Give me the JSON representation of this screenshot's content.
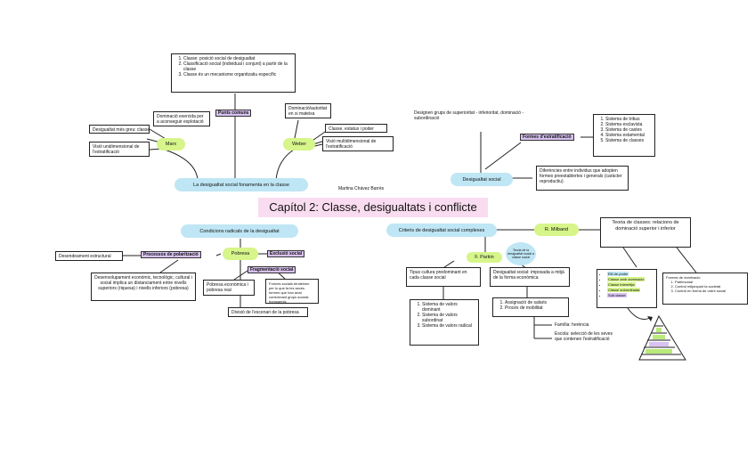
{
  "title": "Capítol 2: Classe, desigualtats i conflicte",
  "author": "Martina Chávez Barrés",
  "top_left": {
    "list": [
      "Classe: posició social de desigualtat",
      "Classificació social (individual i conjunt) a partir de la classe",
      "Classe és un mecanisme organitzatiu específic"
    ],
    "punts_comuns": "Punts comuns",
    "marx": "Marx",
    "weber": "Weber",
    "marx_1": "Dominació exercida per a aconseguir explotació",
    "marx_2": "Desigualtat més greu: classe",
    "marx_3": "Visió unidimensional de l'estratificació",
    "weber_1": "Dominació/autoritat en si mateixa",
    "weber_2": "Classe, estatus i poder",
    "weber_3": "Visió multidimensional de l'estratificació",
    "root": "La desigualtat social fonamenta en la classe"
  },
  "top_right": {
    "designa": "Designen grups de superioritat - inferioritat, dominació - subordinació",
    "formes": "Formes d'estratificació",
    "list": [
      "Sistema de tribus",
      "Sistema esclavista",
      "Sistema de castes",
      "Sistema estamental",
      "Sistema de classes"
    ],
    "root": "Desigualtat social",
    "diferencies": "Diferències entre individus que adopten formes preestablertes i generals (caràcter reproductiu)"
  },
  "bottom_left": {
    "root": "Condicions radicals de la desigualtat",
    "pobresa": "Pobresa",
    "processos": "Processos de polarització",
    "exclusio": "Exclusió social",
    "fragmentacio": "Fragmentació social",
    "desen": "Desendeament estructural",
    "desenvolupament": "Desenvolupament econòmic, tecnològic, cultural i social implica un distanciament entre nivells superiors (riquesa) i nivells inferiors (pobresa)",
    "pobresa_eco": "Pobresa econòmica i pobresa real",
    "formes_social": "Formes socials tendeixen per lo que fa les seves formes que han anat conformant grups socials homogenis",
    "divisio": "Divisió de l'escenari de la pobresa"
  },
  "bottom_right": {
    "root": "Criteris de desigualtat social complexes",
    "milband": "R. Milband",
    "milband_box": "Teoria de classes: relacions de dominació superior i inferior",
    "parkin": "F. Parkin",
    "parkin_note": "Teoria de la desigualtat social a classe social",
    "tipus": "Tipus cultura predominant en cada classe social",
    "tipus_list": [
      "Sistema de valors dominant",
      "Sistema de valors subordinat",
      "Sistema de valors radical"
    ],
    "desig": "Desigualtat social: imposada a mitjà de la forma econòmica",
    "desig_list": [
      "Assignació de salaris",
      "Procés de mobilitat"
    ],
    "familia": "Família: herència",
    "escola": "Escola: selecció de les seves que contenen l'estratificació",
    "elit": [
      "Elit de poder",
      "Classe amb dominació",
      "Classe intermitja",
      "Classe subordinada",
      "Sub classe"
    ],
    "formes_dominacio": "Formes de dominació",
    "formes_list": [
      "Patrimonial",
      "Control mitjançant la societat",
      "Control en forma de ordre social"
    ]
  },
  "colors": {
    "blue": "#bfe6f5",
    "green": "#d6f58a",
    "purple": "#d9c2f2",
    "pink": "#f9dcef"
  }
}
